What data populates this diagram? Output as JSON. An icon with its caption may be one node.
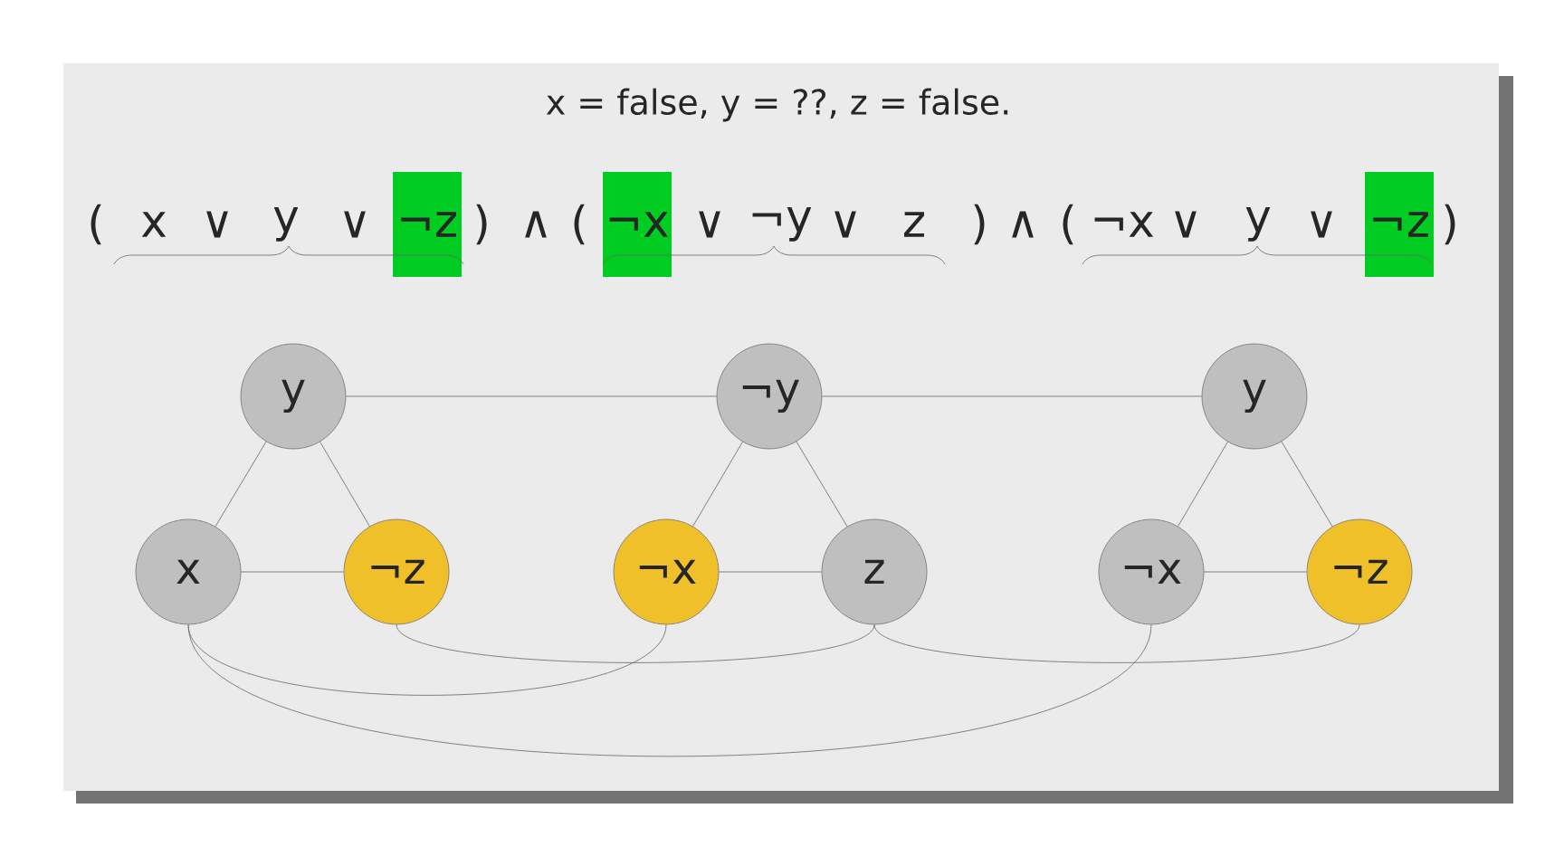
{
  "diagram": {
    "title": "x = false, y = ??, z = false.",
    "nodes": [
      {
        "text": [
          "¬z"
        ]
      },
      {
        "text": [
          "¬x"
        ]
      },
      {
        "text": [
          "¬z"
        ]
      },
      {
        "text": [
          "y"
        ]
      },
      {
        "text": [
          "x"
        ]
      },
      {
        "text": [
          "¬z"
        ]
      },
      {
        "text": [
          "¬y"
        ]
      },
      {
        "text": [
          "¬x"
        ]
      },
      {
        "text": [
          "z"
        ]
      },
      {
        "text": [
          "y"
        ]
      },
      {
        "text": [
          "¬x"
        ]
      },
      {
        "text": [
          "¬z"
        ]
      }
    ],
    "edges": [
      {
        "from": 3,
        "to": 6,
        "arrow": "none"
      },
      {
        "from": 6,
        "to": 9,
        "arrow": "none"
      },
      {
        "from": 3,
        "to": 4,
        "arrow": "none"
      },
      {
        "from": 3,
        "to": 5,
        "arrow": "none"
      },
      {
        "from": 4,
        "to": 5,
        "arrow": "none"
      },
      {
        "from": 6,
        "to": 7,
        "arrow": "none"
      },
      {
        "from": 6,
        "to": 8,
        "arrow": "none"
      },
      {
        "from": 7,
        "to": 8,
        "arrow": "none"
      },
      {
        "from": 9,
        "to": 10,
        "arrow": "none"
      },
      {
        "from": 9,
        "to": 11,
        "arrow": "none"
      },
      {
        "from": 10,
        "to": 11,
        "arrow": "none"
      },
      {
        "from": 4,
        "to": 7,
        "arrow": "none"
      },
      {
        "from": 5,
        "to": 8,
        "arrow": "none"
      },
      {
        "from": 8,
        "to": 11,
        "arrow": "none"
      },
      {
        "from": 4,
        "to": 10,
        "arrow": "none"
      }
    ],
    "labels": [
      "(",
      "x",
      "∨",
      "y",
      "∨",
      ")",
      "∧",
      "(",
      "∨",
      "¬y",
      "∨",
      "z",
      ")",
      "∧",
      "(",
      "¬x",
      "∨",
      "y",
      "∨",
      ")"
    ]
  }
}
